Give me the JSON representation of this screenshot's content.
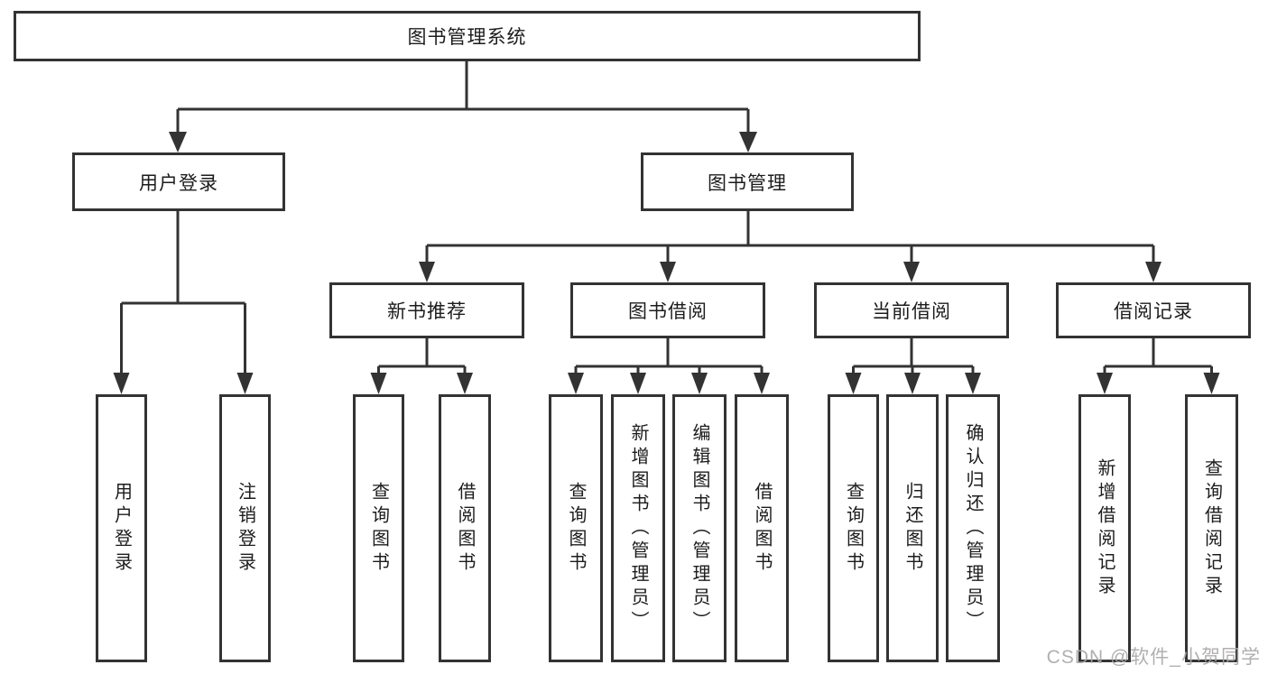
{
  "diagram": {
    "root": "图书管理系统",
    "branches": [
      {
        "label": "用户登录",
        "children": [
          {
            "label": "用户登录"
          },
          {
            "label": "注销登录"
          }
        ]
      },
      {
        "label": "图书管理",
        "children": [
          {
            "label": "新书推荐",
            "children": [
              {
                "label": "查询图书"
              },
              {
                "label": "借阅图书"
              }
            ]
          },
          {
            "label": "图书借阅",
            "children": [
              {
                "label": "查询图书"
              },
              {
                "label": "新增图书（管理员）"
              },
              {
                "label": "编辑图书（管理员）"
              },
              {
                "label": "借阅图书"
              }
            ]
          },
          {
            "label": "当前借阅",
            "children": [
              {
                "label": "查询图书"
              },
              {
                "label": "归还图书"
              },
              {
                "label": "确认归还（管理员）"
              }
            ]
          },
          {
            "label": "借阅记录",
            "children": [
              {
                "label": "新增借阅记录"
              },
              {
                "label": "查询借阅记录"
              }
            ]
          }
        ]
      }
    ]
  },
  "watermark": "CSDN @软件_小贺同学",
  "colors": {
    "line": "#333333",
    "text": "#1c1c1c",
    "background": "#ffffff",
    "watermark_gray": "#a8a6a6"
  }
}
